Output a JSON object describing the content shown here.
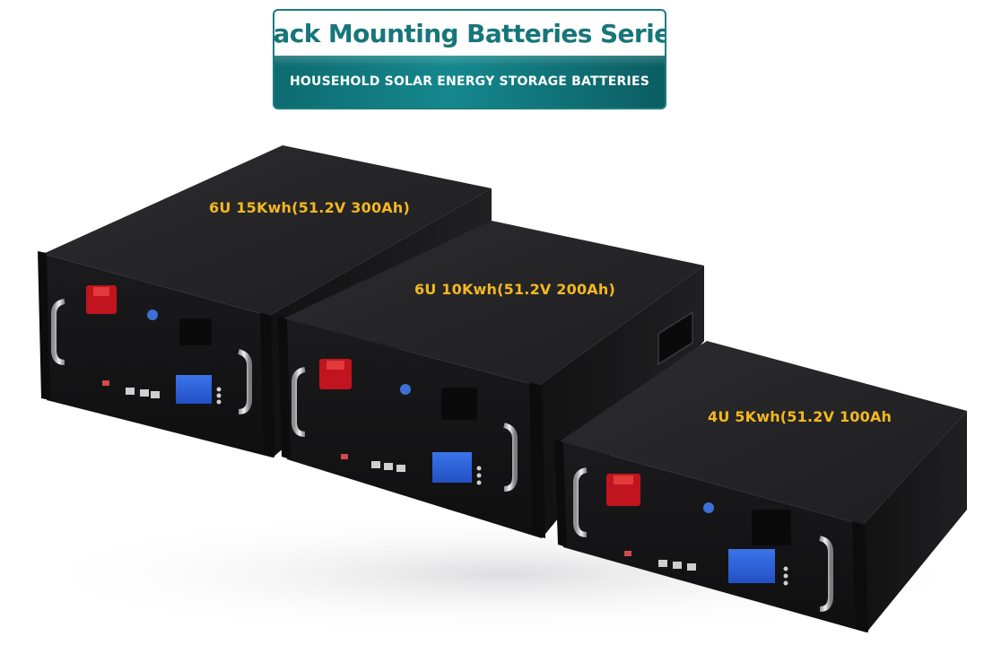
{
  "banner": {
    "title": "Rack Mounting Batteries Series",
    "subtitle": "HOUSEHOLD SOLAR ENERGY STORAGE BATTERIES"
  },
  "products": [
    {
      "label": "6U 15Kwh(51.2V 300Ah)"
    },
    {
      "label": "6U 10Kwh(51.2V 200Ah)"
    },
    {
      "label": "4U 5Kwh(51.2V 100Ah"
    }
  ],
  "colors": {
    "brand_teal": "#17767a",
    "label_gold": "#f4b820",
    "battery_body": "#1c1c1e",
    "terminal_red": "#c0141e",
    "lcd_blue": "#2a5fd6"
  }
}
